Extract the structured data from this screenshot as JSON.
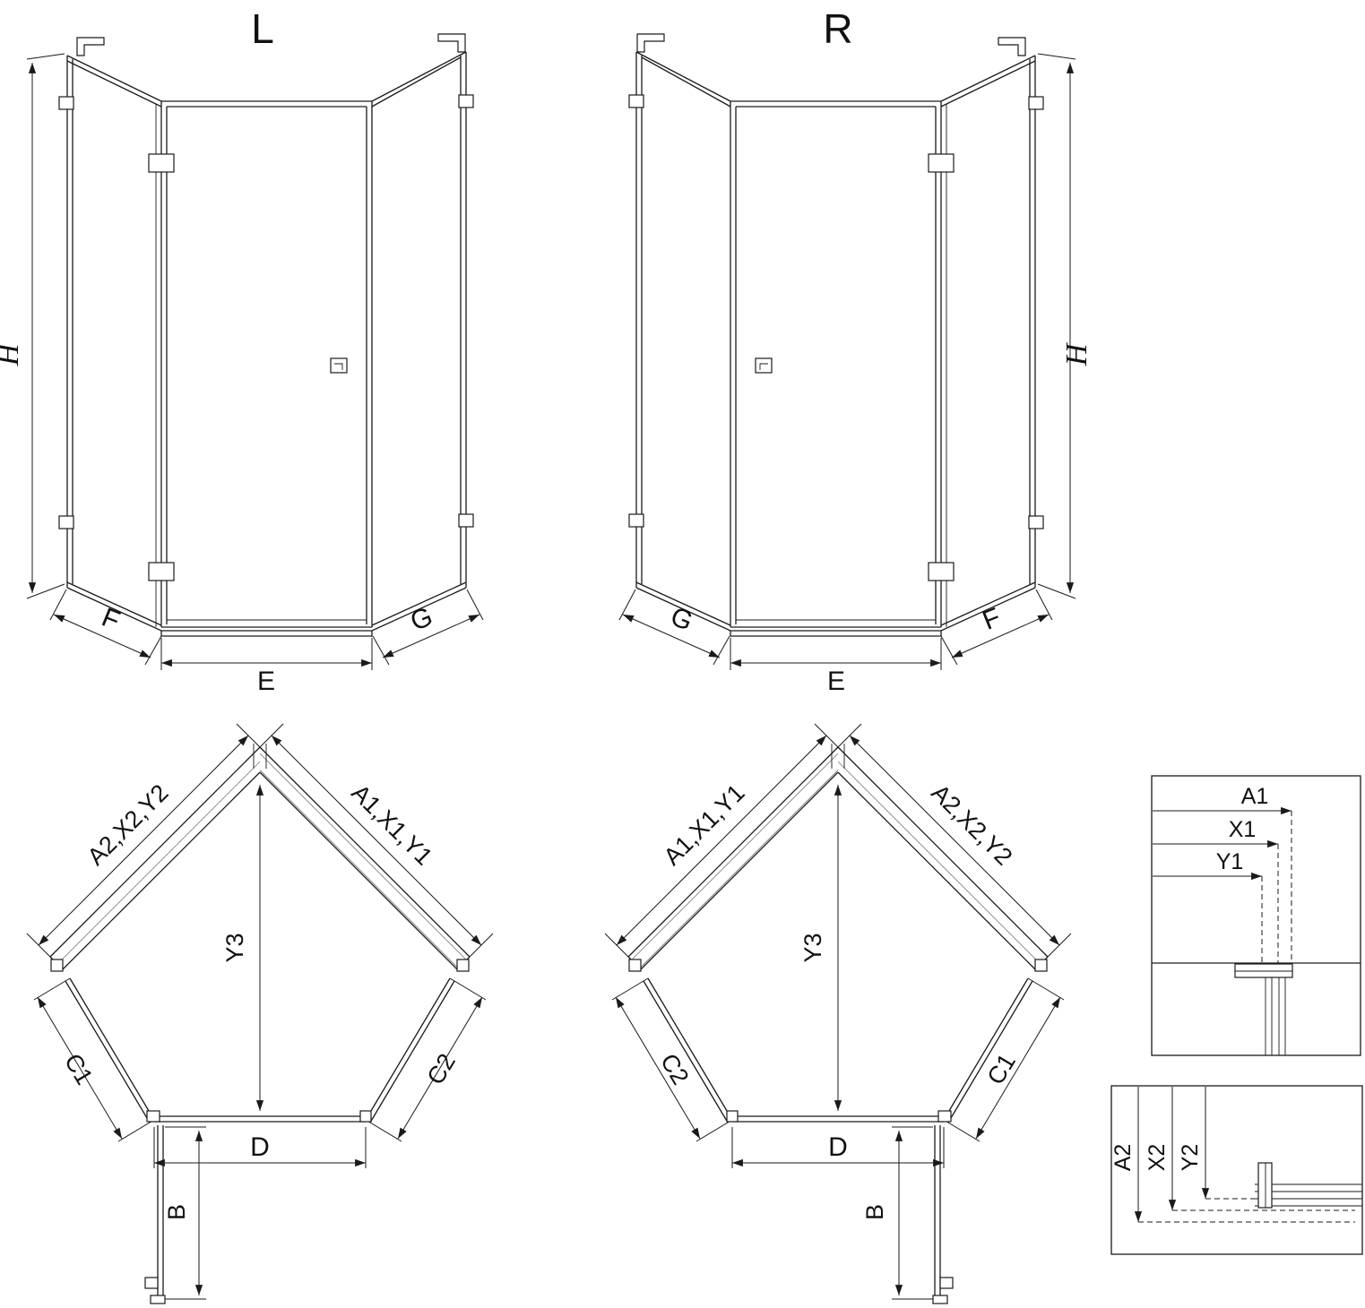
{
  "diagram": {
    "colors": {
      "line": "#1a1a1a",
      "background": "#ffffff"
    },
    "views": {
      "front_left": {
        "title": "L",
        "dims": {
          "height": "H",
          "lower_left": "F",
          "lower_center": "E",
          "lower_right": "G"
        }
      },
      "front_right": {
        "title": "R",
        "dims": {
          "height": "H",
          "lower_left": "G",
          "lower_center": "E",
          "lower_right": "F"
        }
      },
      "plan_left": {
        "dims": {
          "upper_left": "A2,X2,Y2",
          "upper_right": "A1,X1,Y1",
          "center_vertical": "Y3",
          "lower_left": "C1",
          "lower_right": "C2",
          "door_width": "D",
          "door_swing": "B"
        }
      },
      "plan_right": {
        "dims": {
          "upper_left": "A1,X1,Y1",
          "upper_right": "A2,X2,Y2",
          "center_vertical": "Y3",
          "lower_left": "C2",
          "lower_right": "C1",
          "door_width": "D",
          "door_swing": "B"
        }
      }
    },
    "details": {
      "top": {
        "labels": [
          "A1",
          "X1",
          "Y1"
        ]
      },
      "bottom": {
        "labels": [
          "A2",
          "X2",
          "Y2"
        ]
      }
    }
  }
}
